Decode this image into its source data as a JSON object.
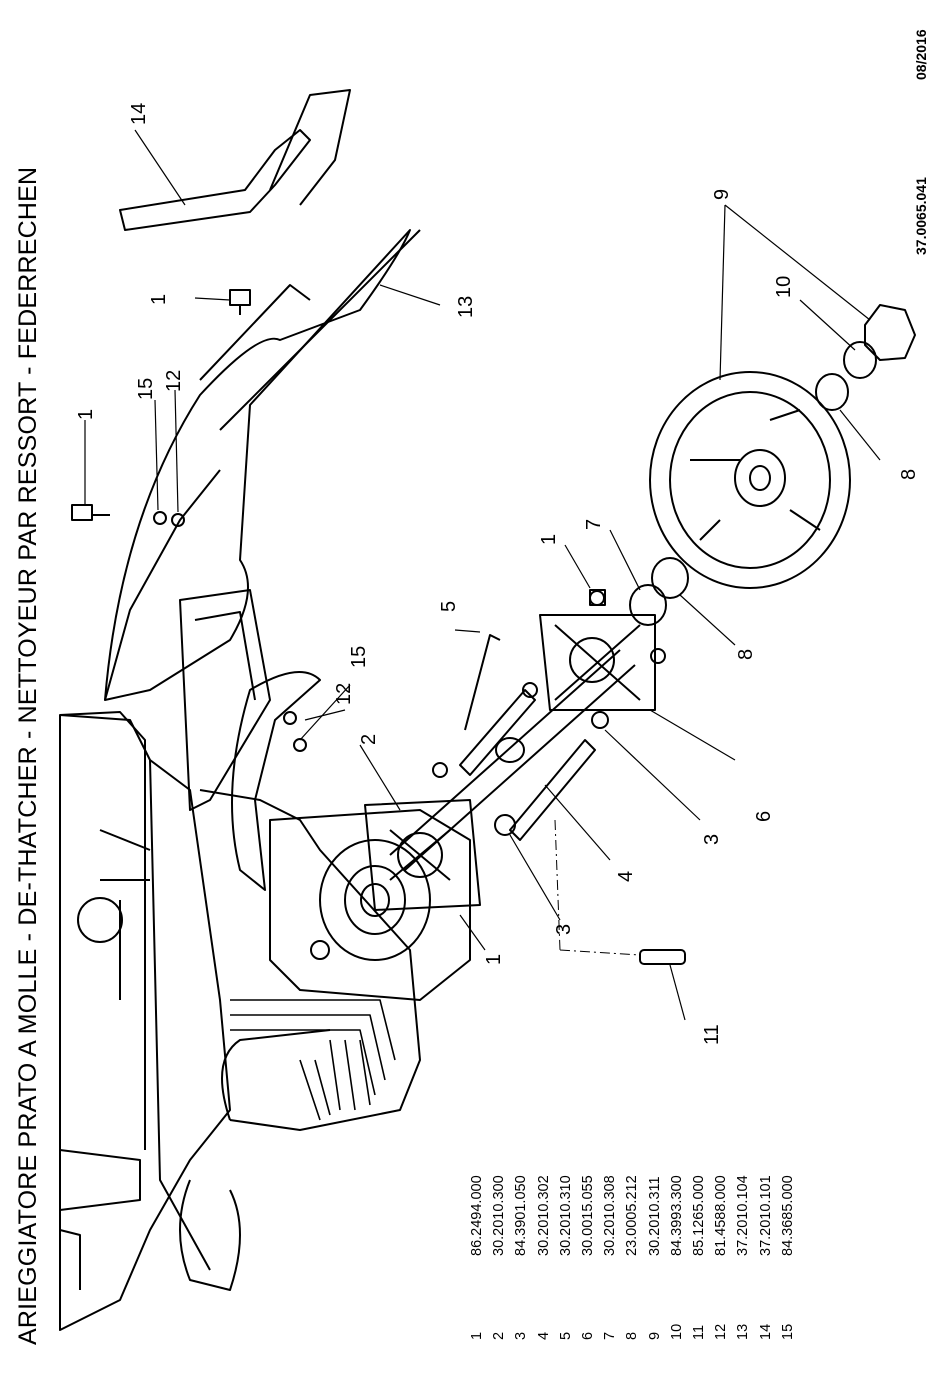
{
  "title": "ARIEGGIATORE PRATO A MOLLE - DE-THATCHER - NETTOYEUR PAR RESSORT - FEDERRECHEN",
  "date": "08/2016",
  "doc_number": "37.0065.041",
  "parts": [
    {
      "num": "1",
      "code": "86.2494.000"
    },
    {
      "num": "2",
      "code": "30.2010.300"
    },
    {
      "num": "3",
      "code": "84.3901.050"
    },
    {
      "num": "4",
      "code": "30.2010.302"
    },
    {
      "num": "5",
      "code": "30.2010.310"
    },
    {
      "num": "6",
      "code": "30.0015.055"
    },
    {
      "num": "7",
      "code": "30.2010.308"
    },
    {
      "num": "8",
      "code": "23.0005.212"
    },
    {
      "num": "9",
      "code": "30.2010.311"
    },
    {
      "num": "10",
      "code": "84.3993.300"
    },
    {
      "num": "11",
      "code": "85.1265.000"
    },
    {
      "num": "12",
      "code": "81.4588.000"
    },
    {
      "num": "13",
      "code": "37.2010.104"
    },
    {
      "num": "14",
      "code": "37.2010.101"
    },
    {
      "num": "15",
      "code": "84.3685.000"
    }
  ],
  "callouts": {
    "c1a": "1",
    "c1b": "1",
    "c1c": "1",
    "c1d": "1",
    "c2": "2",
    "c3a": "3",
    "c3b": "3",
    "c4": "4",
    "c5": "5",
    "c6": "6",
    "c7": "7",
    "c8a": "8",
    "c8b": "8",
    "c9": "9",
    "c10": "10",
    "c11": "11",
    "c12a": "12",
    "c12b": "12",
    "c13": "13",
    "c14": "14",
    "c15a": "15",
    "c15b": "15"
  }
}
